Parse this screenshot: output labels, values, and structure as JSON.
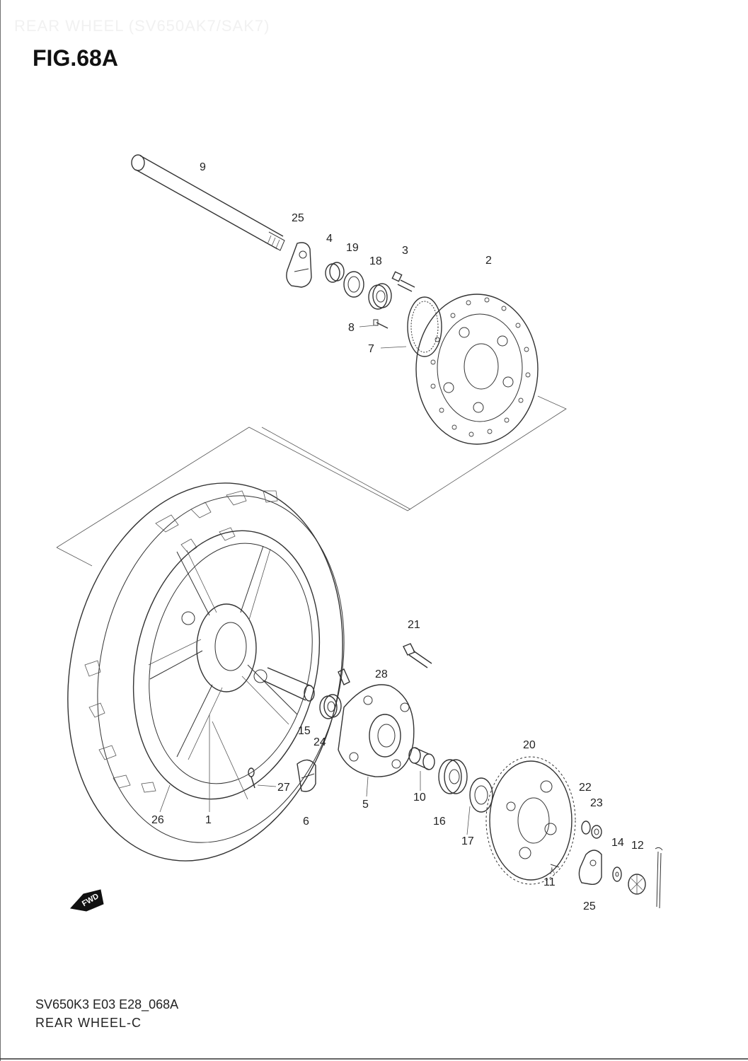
{
  "header": {
    "ghost_title": "REAR WHEEL (SV650AK7/SAK7)",
    "figure_title": "FIG.68A"
  },
  "footer": {
    "drawing_code": "SV650K3 E03 E28_068A",
    "drawing_name": "REAR WHEEL-C"
  },
  "direction_badge": "FWD",
  "callouts": {
    "c9": "9",
    "c25a": "25",
    "c4": "4",
    "c19": "19",
    "c18": "18",
    "c3": "3",
    "c2": "2",
    "c8": "8",
    "c7": "7",
    "c21": "21",
    "c28": "28",
    "c15": "15",
    "c24": "24",
    "c20": "20",
    "c27": "27",
    "c5": "5",
    "c10": "10",
    "c22": "22",
    "c23": "23",
    "c26": "26",
    "c1": "1",
    "c6": "6",
    "c16": "16",
    "c17": "17",
    "c14": "14",
    "c12": "12",
    "c11": "11",
    "c25b": "25"
  }
}
